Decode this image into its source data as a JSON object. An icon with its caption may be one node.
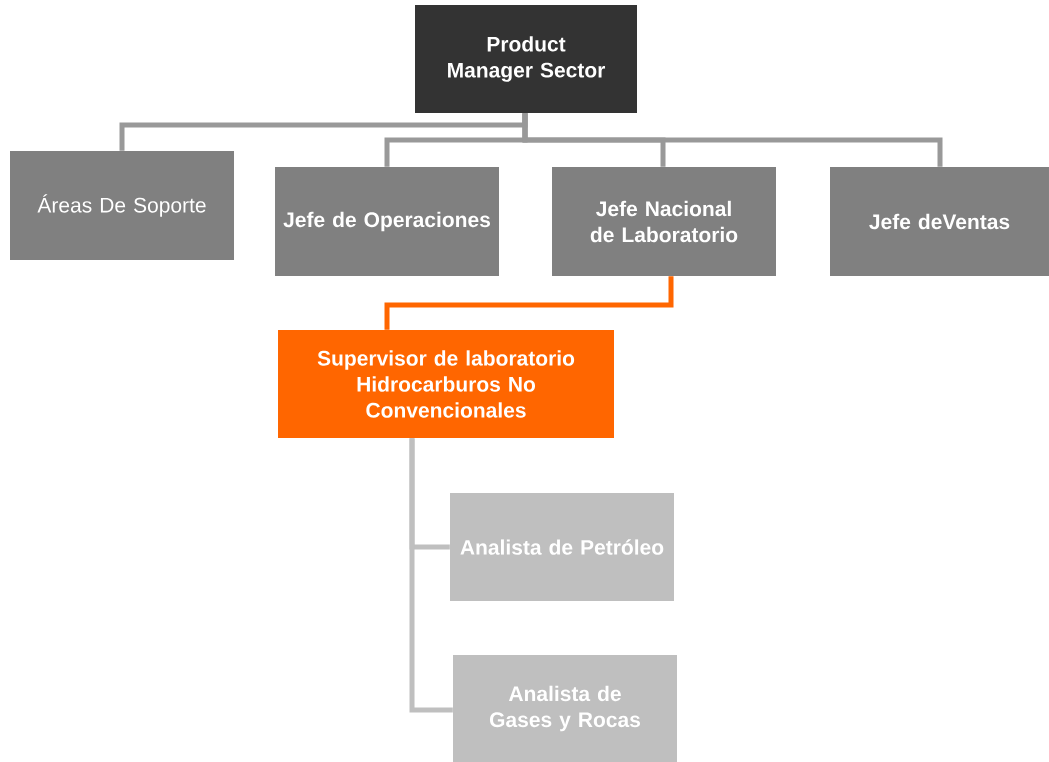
{
  "diagram": {
    "nodes": [
      {
        "text": [
          "Product Manager Sector"
        ]
      },
      {
        "text": [
          "Áreas De Soporte"
        ]
      },
      {
        "text": [
          "Jefe de Operaciones"
        ]
      },
      {
        "text": [
          "Jefe Nacional de Laboratorio"
        ]
      },
      {
        "text": [
          "Jefe deVentas"
        ]
      },
      {
        "text": [
          "Supervisor de laboratorio Hidrocarburos No Convencionales"
        ]
      },
      {
        "text": [
          "Analista de Petróleo"
        ]
      },
      {
        "text": [
          "Analista de Gases y Rocas"
        ]
      }
    ],
    "edges": [
      {
        "from": 0,
        "to": 1,
        "arrow": "none"
      },
      {
        "from": 0,
        "to": 2,
        "arrow": "none"
      },
      {
        "from": 0,
        "to": 3,
        "arrow": "none"
      },
      {
        "from": 0,
        "to": 4,
        "arrow": "none"
      },
      {
        "from": 3,
        "to": 5,
        "arrow": "none",
        "color": "#ff6600"
      },
      {
        "from": 5,
        "to": 6,
        "arrow": "none",
        "color": "#bfbfbf"
      },
      {
        "from": 5,
        "to": 7,
        "arrow": "none",
        "color": "#bfbfbf"
      }
    ]
  }
}
